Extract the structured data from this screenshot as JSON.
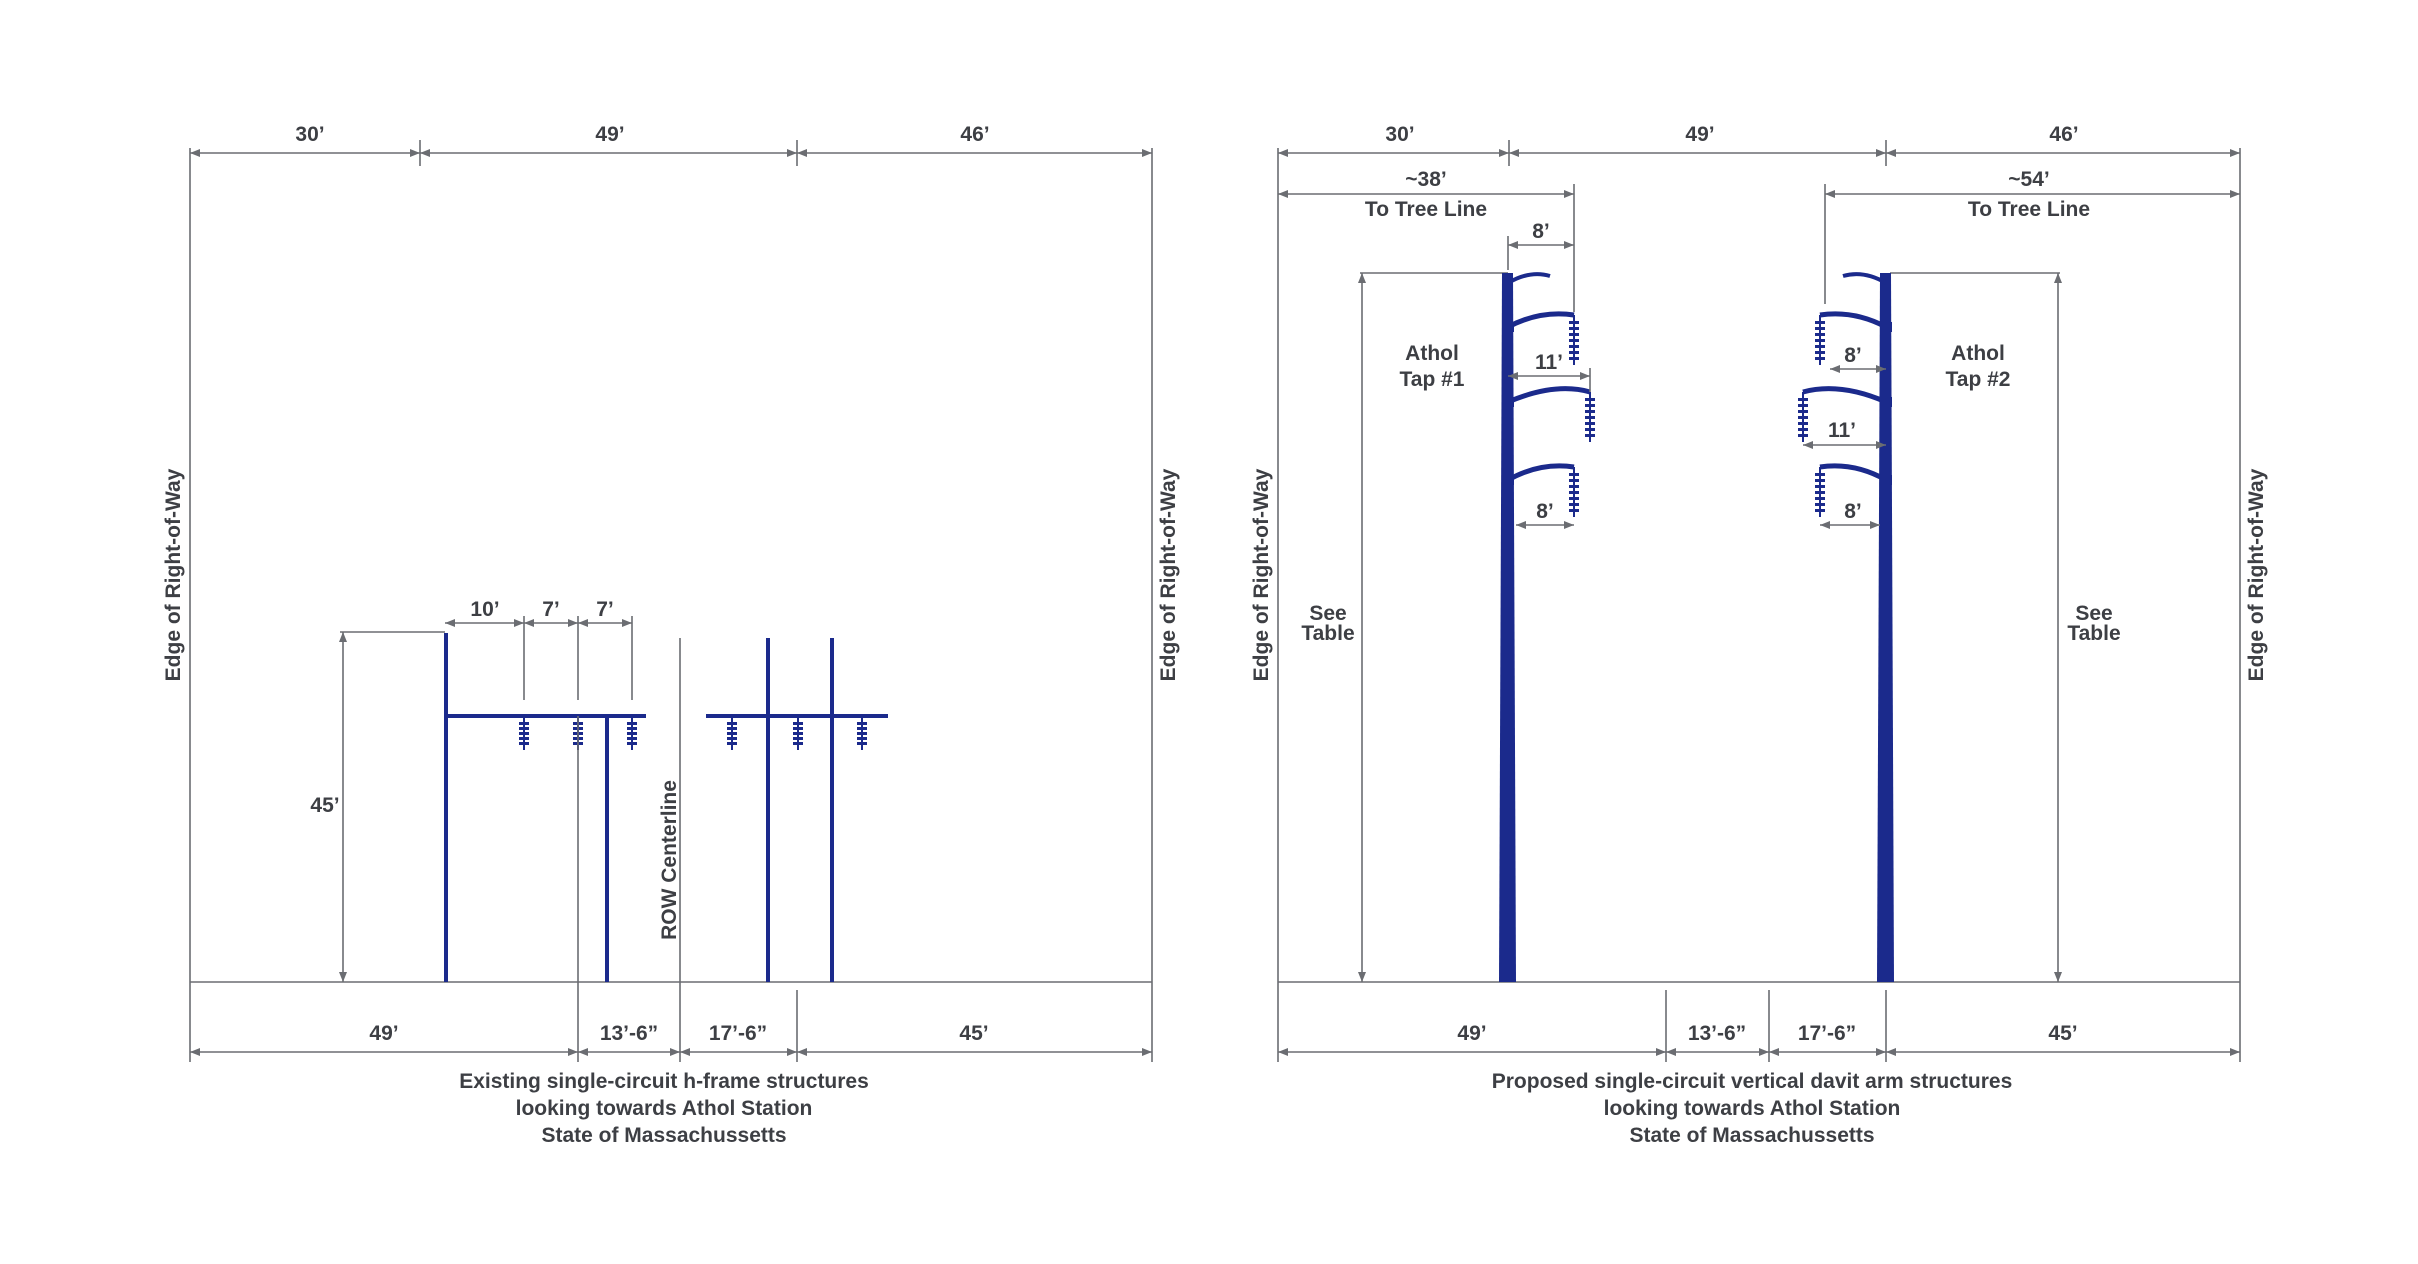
{
  "colors": {
    "structure": "#1b2a8c",
    "dimension_line": "#6b6d72",
    "text": "#3d3f44"
  },
  "left_diagram": {
    "top_dims": [
      "30’",
      "49’",
      "46’"
    ],
    "edge_label_left": "Edge of Right-of-Way",
    "edge_label_right": "Edge of Right-of-Way",
    "crossarm_dims": [
      "10’",
      "7’",
      "7’"
    ],
    "height_label": "45’",
    "centerline_label": "ROW Centerline",
    "bottom_dims": [
      "49’",
      "13’-6”",
      "17’-6”",
      "45’"
    ],
    "caption": [
      "Existing single-circuit h-frame structures",
      "looking towards Athol Station",
      "State of Massachussetts"
    ]
  },
  "right_diagram": {
    "top_dims": [
      "30’",
      "49’",
      "46’"
    ],
    "tree_left": "~38’",
    "tree_right": "~54’",
    "tree_label_left": "To Tree Line",
    "tree_label_right": "To Tree Line",
    "edge_label_left": "Edge of Right-of-Way",
    "edge_label_right": "Edge of Right-of-Way",
    "pole1_name": [
      "Athol",
      "Tap #1"
    ],
    "pole2_name": [
      "Athol",
      "Tap #2"
    ],
    "pole1_arm_dims": [
      "8’",
      "11’",
      "8’"
    ],
    "pole2_arm_dims": [
      "8’",
      "11’",
      "8’"
    ],
    "see_table_left": [
      "See",
      "Table"
    ],
    "see_table_right": [
      "See",
      "Table"
    ],
    "bottom_dims": [
      "49’",
      "13’-6”",
      "17’-6”",
      "45’"
    ],
    "caption": [
      "Proposed single-circuit vertical davit arm structures",
      "looking towards Athol Station",
      "State of Massachussetts"
    ]
  }
}
